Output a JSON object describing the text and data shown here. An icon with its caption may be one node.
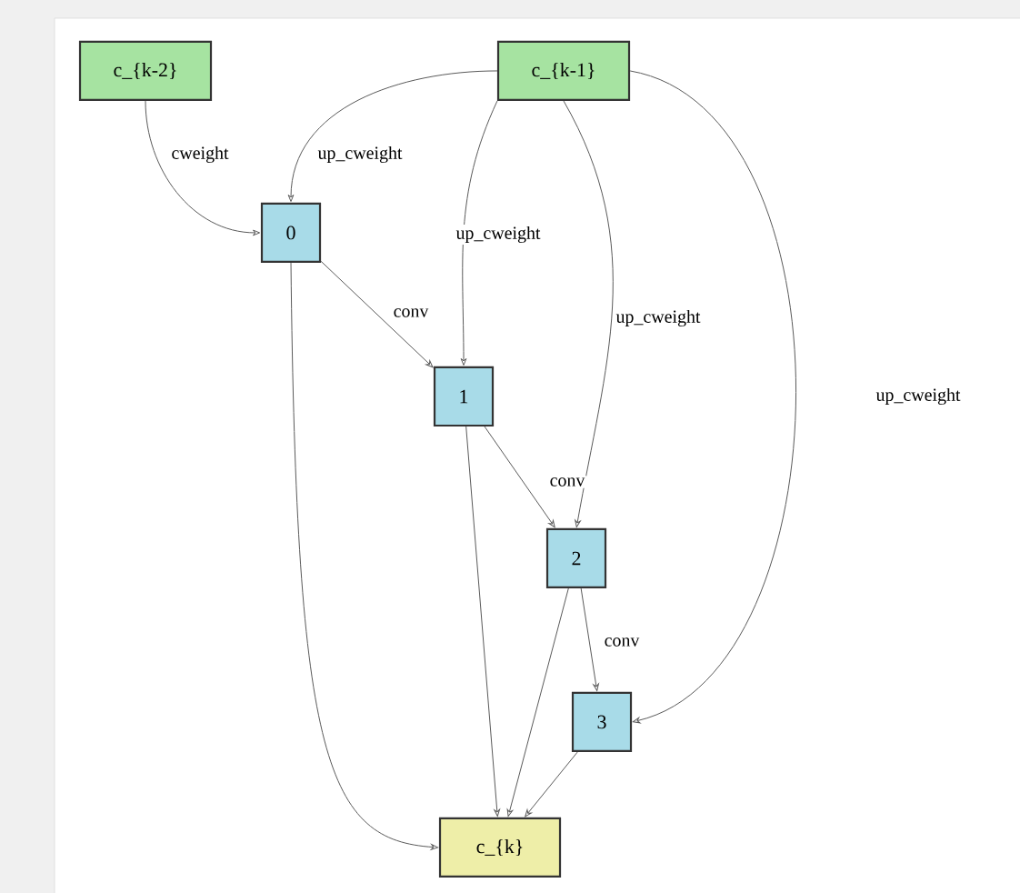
{
  "diagram": {
    "nodes": [
      {
        "text": [
          "c_{k-2}"
        ]
      },
      {
        "text": [
          "c_{k-1}"
        ]
      },
      {
        "text": [
          "0"
        ]
      },
      {
        "text": [
          "1"
        ]
      },
      {
        "text": [
          "2"
        ]
      },
      {
        "text": [
          "3"
        ]
      },
      {
        "text": [
          "c_{k}"
        ]
      }
    ],
    "edges": [
      {
        "from": 0,
        "to": 2,
        "arrow": "to",
        "label": "cweight"
      },
      {
        "from": 1,
        "to": 2,
        "arrow": "to",
        "label": "up_cweight"
      },
      {
        "from": 1,
        "to": 3,
        "arrow": "to",
        "label": "up_cweight"
      },
      {
        "from": 1,
        "to": 4,
        "arrow": "to",
        "label": "up_cweight"
      },
      {
        "from": 1,
        "to": 5,
        "arrow": "to",
        "label": "up_cweight"
      },
      {
        "from": 2,
        "to": 3,
        "arrow": "to",
        "label": "conv"
      },
      {
        "from": 3,
        "to": 4,
        "arrow": "to",
        "label": "conv"
      },
      {
        "from": 4,
        "to": 5,
        "arrow": "to",
        "label": "conv"
      },
      {
        "from": 2,
        "to": 6,
        "arrow": "to"
      },
      {
        "from": 3,
        "to": 6,
        "arrow": "to"
      },
      {
        "from": 4,
        "to": 6,
        "arrow": "to"
      },
      {
        "from": 5,
        "to": 6,
        "arrow": "to"
      }
    ]
  }
}
